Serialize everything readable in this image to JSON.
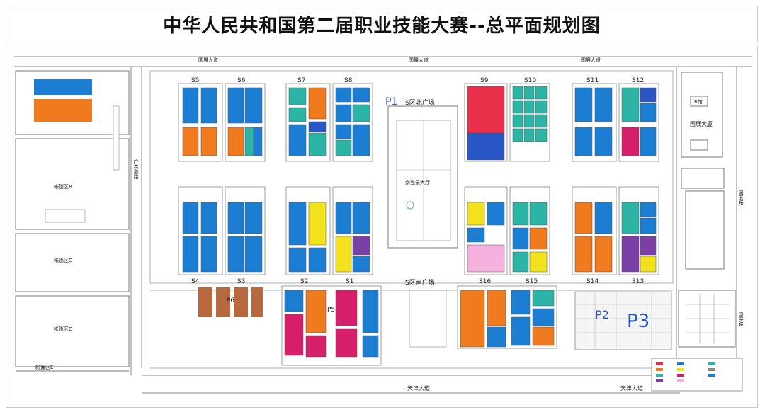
{
  "title": "中华人民共和国第二届职业技能大赛--总平面规划图",
  "roads": {
    "north_left": "国展大道",
    "north_center": "国展大道",
    "north_right": "国展大道",
    "west": "广森道路",
    "east_upper": "国展路",
    "east_lower": "国展路",
    "south_left": "天津大道",
    "south_right": "天津大道"
  },
  "plazas": {
    "north": "S区北广场",
    "south": "S区南广场",
    "hall": "南登录大厅"
  },
  "halls": {
    "s1": "S1",
    "s2": "S2",
    "s3": "S3",
    "s4": "S4",
    "s5": "S5",
    "s6": "S6",
    "s7": "S7",
    "s8": "S8",
    "s9": "S9",
    "s10": "S10",
    "s11": "S11",
    "s12": "S12",
    "s13": "S13",
    "s14": "S14",
    "s15": "S15",
    "s16": "S16"
  },
  "parking": {
    "p1": "P1",
    "p2": "P2",
    "p3": "P3",
    "p5": "P5",
    "p6": "P6"
  },
  "zones": {
    "b": "帐篷区B",
    "c": "帐篷区C",
    "d": "帐篷区D",
    "e": "帐篷区E"
  },
  "buildings": {
    "b_hall": "B馆",
    "hotel": "国展大厦"
  },
  "colors": {
    "blue": "#1c7ed2",
    "orange": "#f07a1e",
    "red": "#e8304a",
    "magenta": "#d61f6a",
    "purple": "#7a3fa6",
    "yellow": "#f2e21e",
    "teal": "#2cb5a6",
    "pink": "#f6b2de",
    "brown": "#b8683e",
    "navy": "#2a56c6"
  }
}
